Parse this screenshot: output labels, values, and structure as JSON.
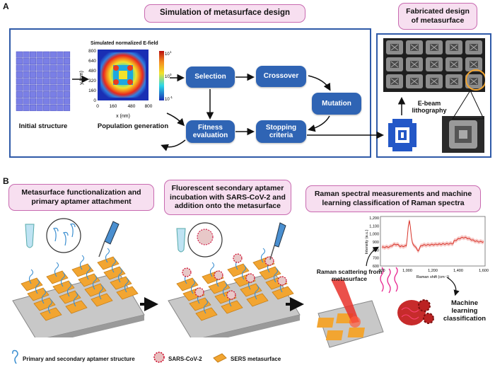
{
  "panel_a": {
    "letter": "A",
    "title": "Simulation of metasurface design",
    "fabricated_title": "Fabricated design of metasurface",
    "initial_structure": "Initial structure",
    "population_generation": "Population generation",
    "heatmap": {
      "title": "Simulated normalized E-field",
      "xlabel": "x (nm)",
      "ylabel": "y (nm)",
      "x_ticks": [
        "0",
        "160",
        "480",
        "800"
      ],
      "y_ticks": [
        "800",
        "640",
        "480",
        "320",
        "160",
        "0"
      ],
      "colorbar_ticks": [
        "10",
        "10",
        "10"
      ],
      "colorbar_exponents": [
        "1",
        "0",
        "-1"
      ]
    },
    "steps": {
      "selection": "Selection",
      "crossover": "Crossover",
      "mutation": "Mutation",
      "fitness": "Fitness evaluation",
      "stopping": "Stopping criteria"
    },
    "ebeam": "E-beam lithography"
  },
  "panel_b": {
    "letter": "B",
    "step1": "Metasurface functionalization and primary aptamer attachment",
    "step2": "Fluorescent secondary aptamer incubation with SARS-CoV-2 and addition onto the metasurface",
    "step3": "Raman spectral measurements and machine learning classification of Raman spectra",
    "raman_scattering": "Raman scattering from metasurface",
    "ml": "Machine learning classification",
    "spectrum": {
      "xlabel": "Raman shift (cm⁻¹)",
      "ylabel": "Intensity (a.u.)",
      "x_ticks": [
        "800",
        "1,000",
        "1,200",
        "1,400",
        "1,600"
      ],
      "y_ticks": [
        "1,200",
        "1,100",
        "1,000",
        "900",
        "800",
        "700",
        "600"
      ]
    },
    "legend": {
      "aptamer": "Primary and secondary aptamer structure",
      "virus": "SARS-CoV-2",
      "sers": "SERS metasurface"
    }
  },
  "colors": {
    "pill_blue": "#2f64b4",
    "frame_blue": "#2f5aa8",
    "box_pink": "#f7dff0",
    "box_border": "#c86ab0",
    "metasurface_orange": "#f2a531",
    "spectrum_red": "#d8342a"
  }
}
